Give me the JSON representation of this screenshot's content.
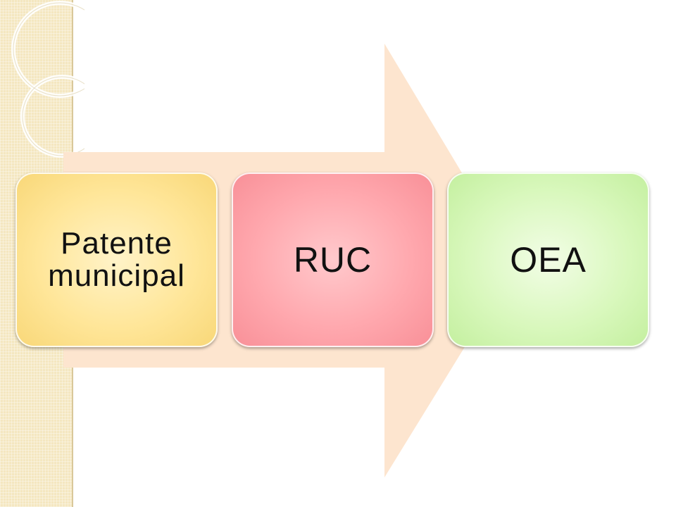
{
  "diagram": {
    "steps": [
      {
        "label": "Patente municipal"
      },
      {
        "label": "RUC"
      },
      {
        "label": "OEA"
      }
    ],
    "colors": {
      "arrow_fill": "#fde5cf",
      "step1": "#ffe699",
      "step2": "#ffa8ae",
      "step3": "#d9f8bd",
      "strip": "#f4e7c0"
    }
  }
}
